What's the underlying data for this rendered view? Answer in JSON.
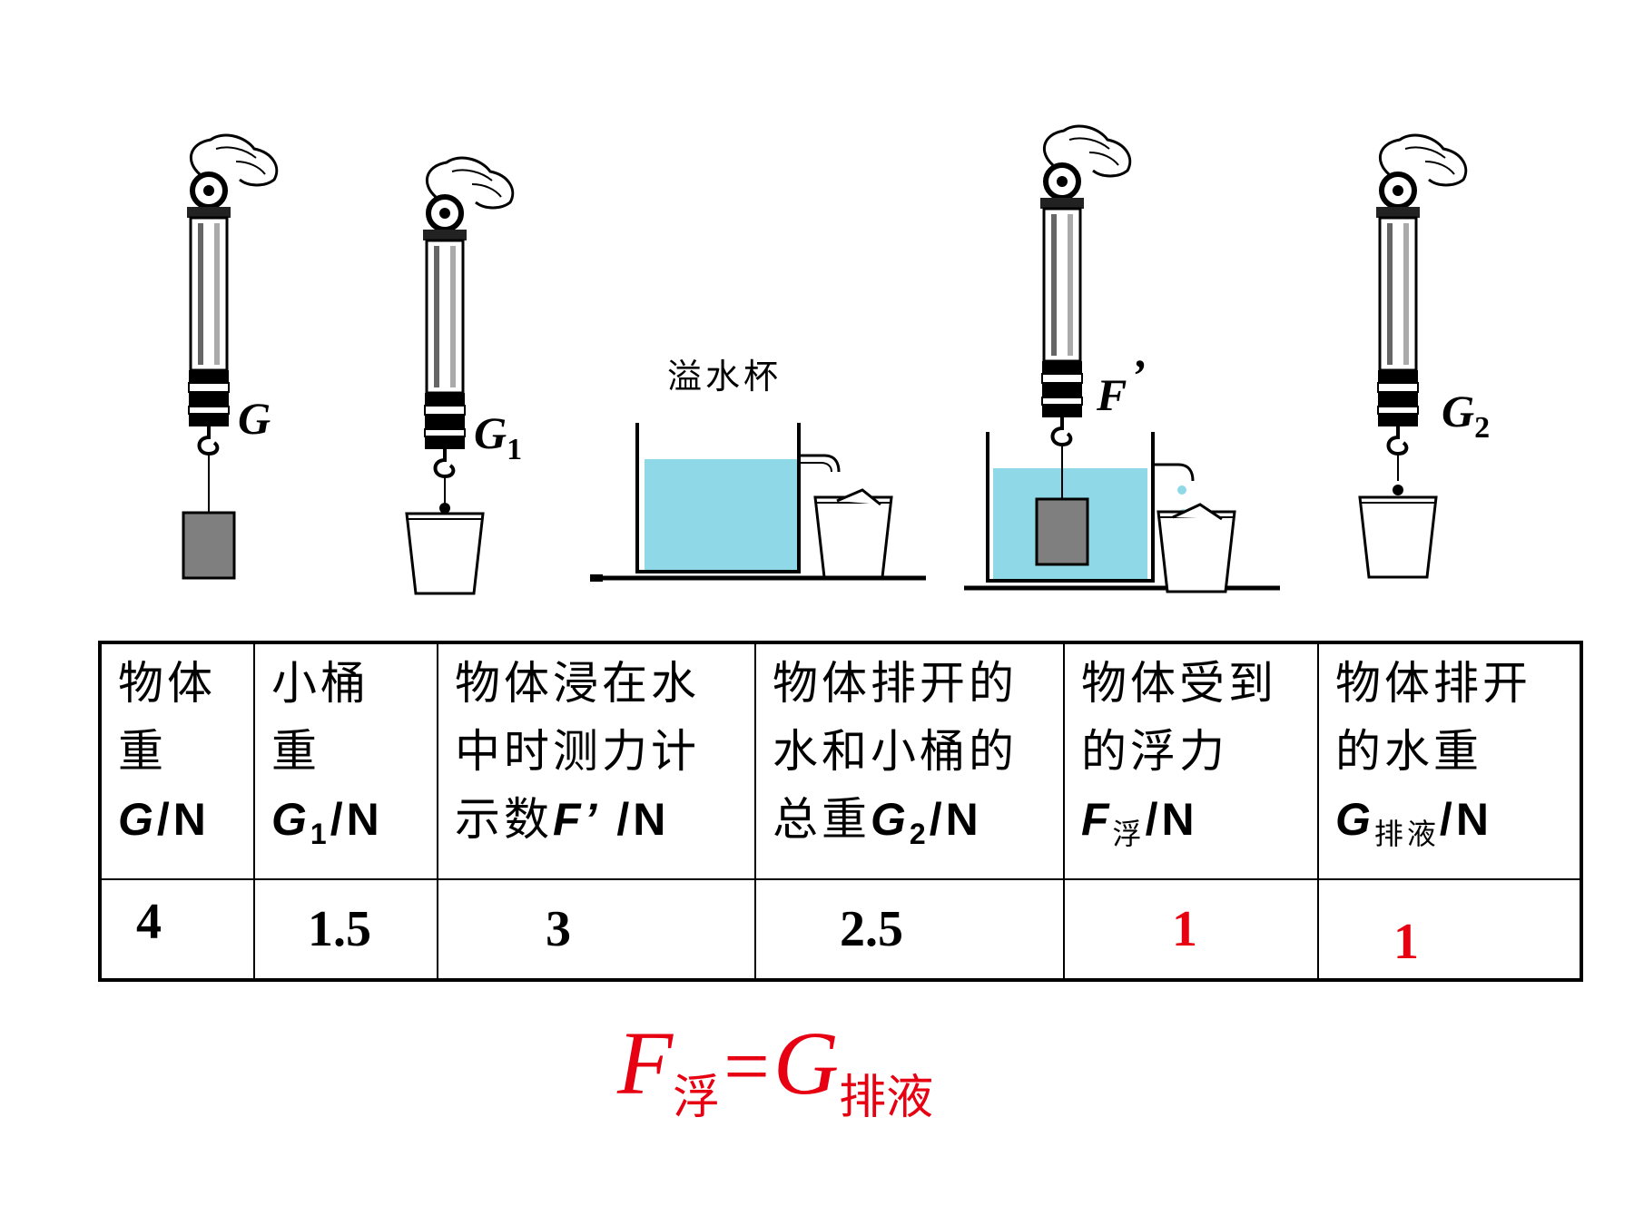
{
  "figures": {
    "g_label": "G",
    "g1_label": "G",
    "g1_sub": "1",
    "f_label": "F",
    "f_mark": "’",
    "g2_label": "G",
    "g2_sub": "2",
    "cup_caption": "溢水杯"
  },
  "table": {
    "headers": [
      {
        "lines": [
          "物体",
          "重"
        ],
        "symbol": "G",
        "sub": "",
        "unit": "/N"
      },
      {
        "lines": [
          "小桶",
          "重"
        ],
        "symbol": "G",
        "sub": "1",
        "unit": "/N"
      },
      {
        "lines": [
          "物体浸在水",
          "中时测力计"
        ],
        "prefix": "示数",
        "symbol": "F",
        "sub": "",
        "suffix": "’",
        "unit": " /N"
      },
      {
        "lines": [
          "物体排开的",
          "水和小桶的"
        ],
        "prefix": "总重",
        "symbol": "G",
        "sub": "2",
        "unit": "/N"
      },
      {
        "lines": [
          "物体受到",
          "的浮力"
        ],
        "symbol": "F",
        "sub": "浮",
        "unit": "/N"
      },
      {
        "lines": [
          "物体排开",
          "的水重"
        ],
        "symbol": "G",
        "sub": "排液",
        "unit": "/N"
      }
    ],
    "values": [
      "4",
      "1.5",
      "3",
      "2.5",
      "1",
      "1"
    ]
  },
  "formula": {
    "left": "F",
    "left_sub": "浮",
    "eq": "=",
    "right": "G",
    "right_sub": "排液"
  },
  "colors": {
    "water": "#8fd8e8",
    "water_stroke": "#5bb9cf",
    "object": "#7f7f7f",
    "answer_red": "#e60012"
  }
}
